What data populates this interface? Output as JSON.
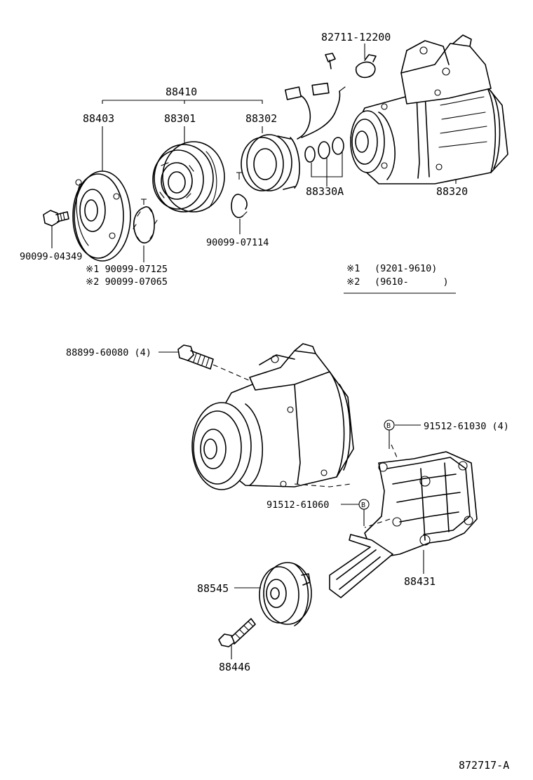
{
  "parts": {
    "p88410": "88410",
    "p88403": "88403",
    "p88301": "88301",
    "p88302": "88302",
    "p82711": "82711-12200",
    "p88330A": "88330A",
    "p88320": "88320",
    "p90099_04349": "90099-04349",
    "p90099_07114": "90099-07114",
    "note1_part": "※1 90099-07125",
    "note2_part": "※2 90099-07065",
    "p88899": "88899-60080 (4)",
    "p91512_61030": "91512-61030 (4)",
    "p91512_61060": "91512-61060",
    "p88545": "88545",
    "p88431": "88431",
    "p88446": "88446"
  },
  "legend": {
    "row1_mark": "※1",
    "row1_range": "(9201-9610)",
    "row2_mark": "※2",
    "row2_range": "(9610-      )"
  },
  "callout_letter": "B",
  "diagram_id": "872717-A"
}
